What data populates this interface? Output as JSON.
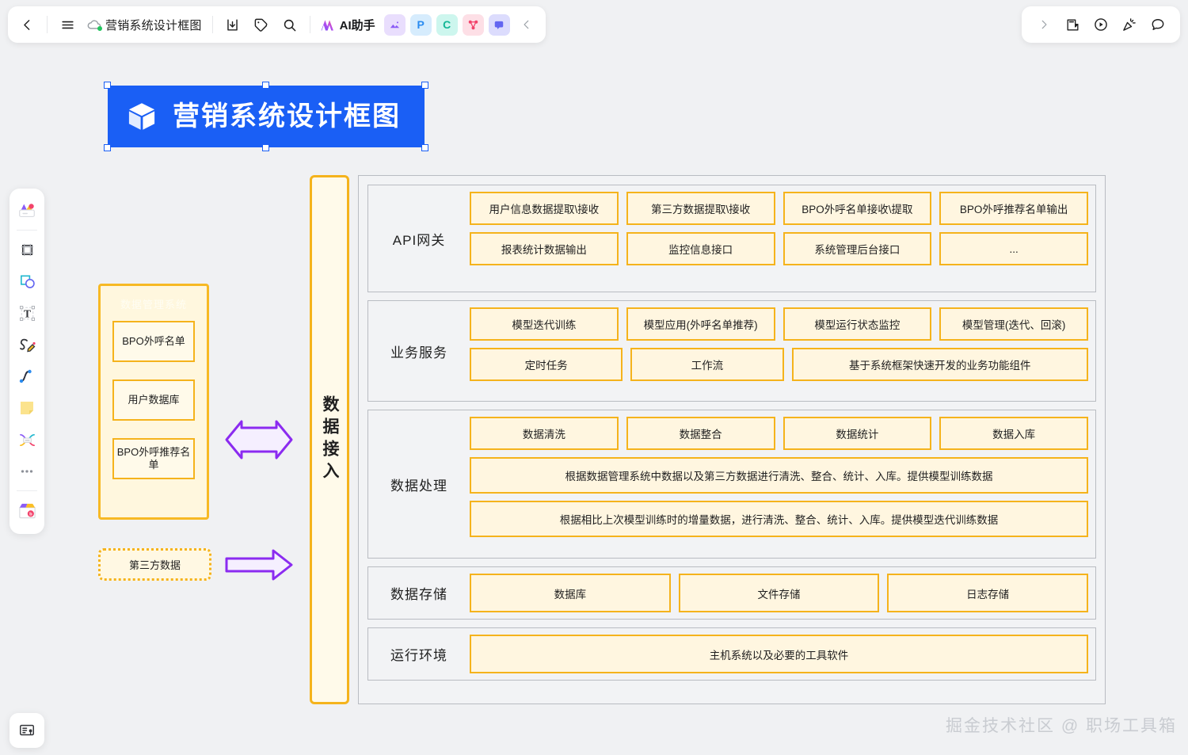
{
  "toolbar": {
    "back_icon": "chevron-left-icon",
    "menu_icon": "hamburger-menu-icon",
    "cloud_icon": "cloud-sync-icon",
    "doc_title": "营销系统设计框图",
    "export_icon": "download-icon",
    "tag_icon": "tag-icon",
    "search_icon": "search-icon",
    "ai_label": "AI助手",
    "ai_icon": "ai-sparkle-icon",
    "app_icons": [
      {
        "name": "ai-image-icon",
        "glyph": "▲",
        "bg": "#e9defd",
        "fg": "#8b5cf6"
      },
      {
        "name": "ppt-icon",
        "glyph": "P",
        "bg": "#d6ecfd",
        "fg": "#2b8cf0"
      },
      {
        "name": "mindmap-icon",
        "glyph": "C",
        "bg": "#cdf6ee",
        "fg": "#12b695"
      },
      {
        "name": "flowchart-icon",
        "glyph": "ⸯ",
        "bg": "#fddfe6",
        "fg": "#f2436b"
      },
      {
        "name": "comment-app-icon",
        "glyph": "▬",
        "bg": "#dcdcfd",
        "fg": "#6366f1"
      }
    ],
    "collapse_icon": "chevron-left-icon",
    "right": {
      "expand_icon": "chevron-right-icon",
      "note_icon": "sticky-note-icon",
      "play_icon": "play-circle-icon",
      "announce_icon": "megaphone-icon",
      "comment_icon": "comment-bubble-icon"
    }
  },
  "left_rail": {
    "items": [
      {
        "name": "templates-tool",
        "icon": "template-gallery-icon"
      },
      {
        "name": "frame-tool",
        "icon": "frame-icon"
      },
      {
        "name": "shape-tool",
        "icon": "shapes-icon"
      },
      {
        "name": "text-tool",
        "icon": "text-t-icon"
      },
      {
        "name": "pen-tool",
        "icon": "pencil-scribble-icon"
      },
      {
        "name": "connector-tool",
        "icon": "curve-connector-icon"
      },
      {
        "name": "sticky-note-tool",
        "icon": "sticky-note-icon"
      },
      {
        "name": "mindmap-tool",
        "icon": "mindmap-node-icon"
      },
      {
        "name": "more-tools",
        "icon": "ellipsis-icon"
      },
      {
        "name": "resources-tool",
        "icon": "toolbox-icon"
      }
    ],
    "corner": {
      "name": "presentation-button",
      "icon": "slide-board-icon"
    }
  },
  "banner": {
    "icon": "cube-3d-icon",
    "title": "营销系统设计框图",
    "bg_color": "#1a5ff5",
    "selected": true
  },
  "diagram": {
    "source_group": {
      "ghost_label": "数据管理系统",
      "boxes": [
        "BPO外呼名单",
        "用户数据库",
        "BPO外呼推荐名单"
      ]
    },
    "third_party": "第三方数据",
    "arrows": {
      "bidirectional": "double-arrow-icon",
      "single": "right-arrow-icon",
      "color": "#8b2bf0"
    },
    "ingest_column": "数据接入",
    "layers": [
      {
        "label": "API网关",
        "rows": [
          [
            "用户信息数据提取\\接收",
            "第三方数据提取\\接收",
            "BPO外呼名单接收\\提取",
            "BPO外呼推荐名单输出"
          ],
          [
            "报表统计数据输出",
            "监控信息接口",
            "系统管理后台接口",
            "..."
          ]
        ]
      },
      {
        "label": "业务服务",
        "rows": [
          [
            "模型迭代训练",
            "模型应用(外呼名单推荐)",
            "模型运行状态监控",
            "模型管理(迭代、回滚)"
          ],
          [
            "定时任务",
            "工作流",
            "基于系统框架快速开发的业务功能组件"
          ]
        ]
      },
      {
        "label": "数据处理",
        "rows": [
          [
            "数据清洗",
            "数据整合",
            "数据统计",
            "数据入库"
          ],
          [
            "根据数据管理系统中数据以及第三方数据进行清洗、整合、统计、入库。提供模型训练数据"
          ],
          [
            "根据相比上次模型训练时的增量数据，进行清洗、整合、统计、入库。提供模型迭代训练数据"
          ]
        ]
      },
      {
        "label": "数据存储",
        "rows": [
          [
            "数据库",
            "文件存储",
            "日志存储"
          ]
        ]
      },
      {
        "label": "运行环境",
        "rows": [
          [
            "主机系统以及必要的工具软件"
          ]
        ]
      }
    ],
    "colors": {
      "box_border": "#f5b31c",
      "box_fill": "#fff6e0",
      "panel_border": "#b9bcc2",
      "panel_fill": "#f2f3f5"
    }
  },
  "watermark": "掘金技术社区 @ 职场工具箱"
}
